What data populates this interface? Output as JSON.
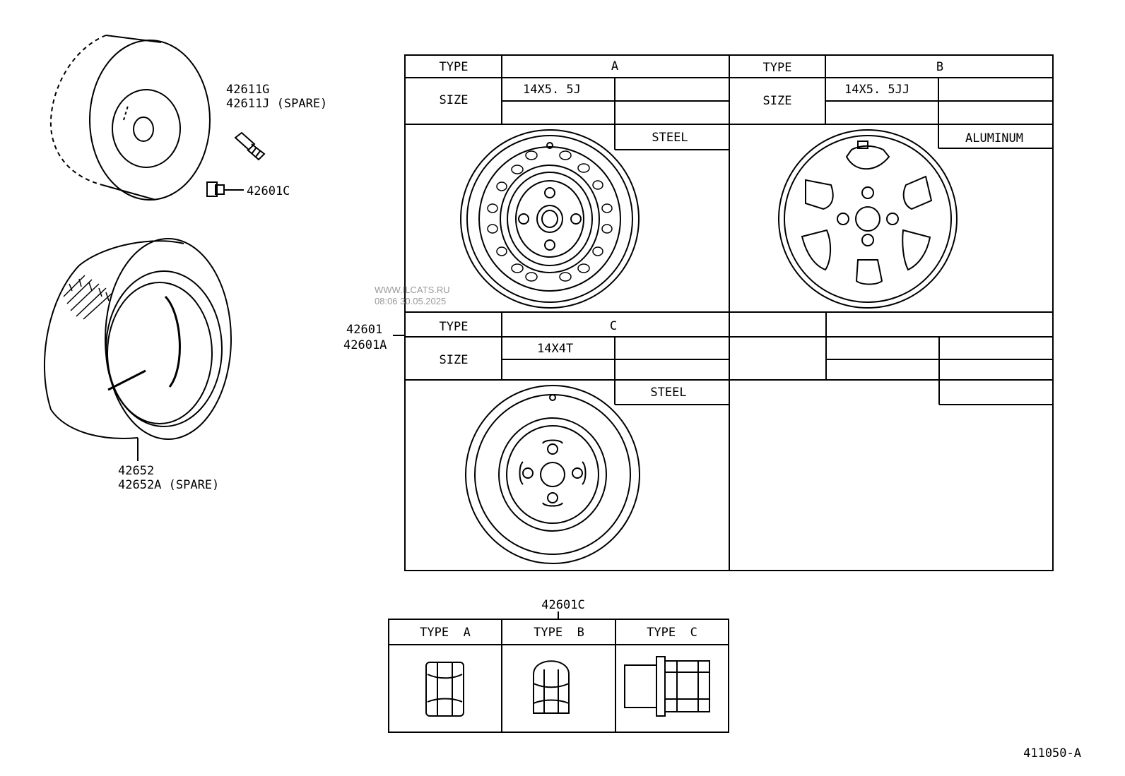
{
  "colors": {
    "ink": "#000000",
    "watermark": "#9a9a9a",
    "background": "#ffffff"
  },
  "callouts": {
    "valve_line1": "42611G",
    "valve_line2": "42611J (SPARE)",
    "nut": "42601C",
    "tire_line1": "42652",
    "tire_line2": "42652A (SPARE)",
    "wheel_line1": "42601",
    "wheel_line2": "42601A",
    "nut_table_ref": "42601C"
  },
  "wheel_table": {
    "type_label": "TYPE",
    "size_label": "SIZE",
    "wheels": [
      {
        "type": "A",
        "size": "14X5. 5J",
        "material": "STEEL"
      },
      {
        "type": "B",
        "size": "14X5. 5JJ",
        "material": "ALUMINUM"
      },
      {
        "type": "C",
        "size": "14X4T",
        "material": "STEEL"
      }
    ]
  },
  "nut_table": {
    "headers": [
      "TYPE  A",
      "TYPE  B",
      "TYPE  C"
    ]
  },
  "watermark": {
    "line1": "WWW.ILCATS.RU",
    "line2": "08:06 30.05.2025"
  },
  "diagram_id": "411050-A"
}
